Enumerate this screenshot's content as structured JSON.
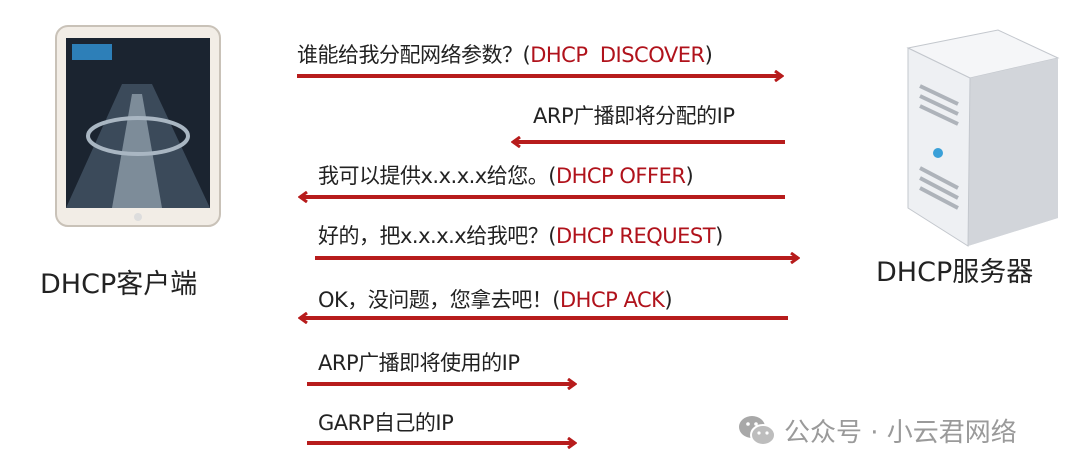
{
  "client": {
    "label": "DHCP客户端"
  },
  "server": {
    "label": "DHCP服务器"
  },
  "messages": [
    {
      "text": "谁能给我分配网络参数？(",
      "tag": "DHCP  DISCOVER",
      "close": ")",
      "direction": "to-server"
    },
    {
      "text": "ARP广播即将分配的IP",
      "tag": "",
      "close": "",
      "direction": "server-side"
    },
    {
      "text": "我可以提供x.x.x.x给您。(",
      "tag": "DHCP OFFER",
      "close": ")",
      "direction": "to-client"
    },
    {
      "text": "好的，把x.x.x.x给我吧？(",
      "tag": "DHCP REQUEST",
      "close": ")",
      "direction": "to-server"
    },
    {
      "text": "OK，没问题，您拿去吧！(",
      "tag": "DHCP ACK",
      "close": ")",
      "direction": "to-client"
    },
    {
      "text": "ARP广播即将使用的IP",
      "tag": "",
      "close": "",
      "direction": "client-side"
    },
    {
      "text": "GARP自己的IP",
      "tag": "",
      "close": "",
      "direction": "client-side"
    }
  ],
  "watermark": {
    "text": "公众号 · 小云君网络"
  },
  "colors": {
    "arrow": "#b71c1c",
    "accent_text": "#b0121b"
  }
}
